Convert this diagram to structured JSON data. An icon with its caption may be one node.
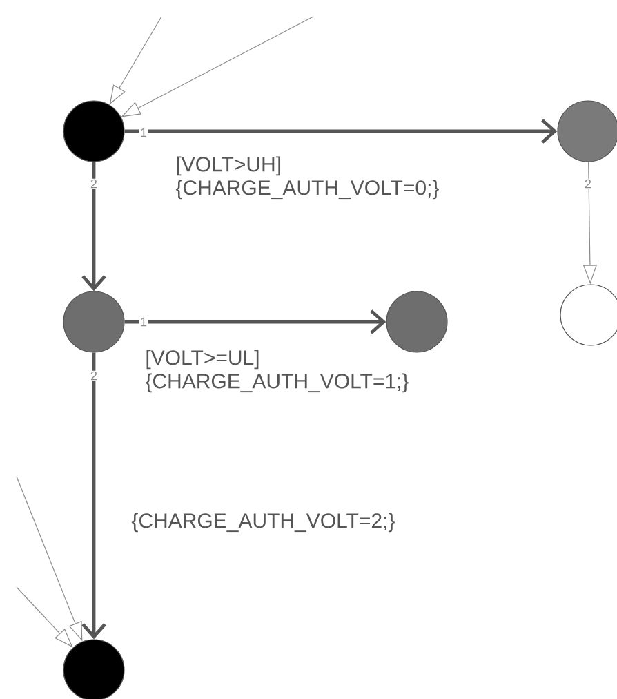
{
  "diagram": {
    "nodes": [
      {
        "text": [],
        "shape": "circle"
      },
      {
        "text": [],
        "shape": "circle"
      },
      {
        "text": [],
        "shape": "circle"
      },
      {
        "text": [],
        "shape": "circle"
      },
      {
        "text": [],
        "shape": "circle"
      },
      {
        "text": [],
        "shape": "circle"
      }
    ],
    "edges": [
      {
        "from": null,
        "to": 0,
        "arrow": "to"
      },
      {
        "from": null,
        "to": 0,
        "arrow": "to"
      },
      {
        "from": 0,
        "to": 1,
        "arrow": "to",
        "label": "[VOLT>UH] {CHARGE_AUTH_VOLT=0;}",
        "style": "thick",
        "color": "#555555"
      },
      {
        "from": 1,
        "to": 2,
        "arrow": "to"
      },
      {
        "from": 0,
        "to": 3,
        "arrow": "to",
        "style": "thick",
        "color": "#555555"
      },
      {
        "from": 3,
        "to": 4,
        "arrow": "to",
        "label": "[VOLT>=UL] {CHARGE_AUTH_VOLT=1;}",
        "style": "thick",
        "color": "#555555"
      },
      {
        "from": 3,
        "to": 5,
        "arrow": "to",
        "label": "{CHARGE_AUTH_VOLT=2;}",
        "style": "thick",
        "color": "#555555"
      },
      {
        "from": null,
        "to": 5,
        "arrow": "to"
      },
      {
        "from": null,
        "to": 5,
        "arrow": "to"
      }
    ],
    "labels": [
      "1",
      "2",
      "2",
      "1",
      "2"
    ]
  }
}
